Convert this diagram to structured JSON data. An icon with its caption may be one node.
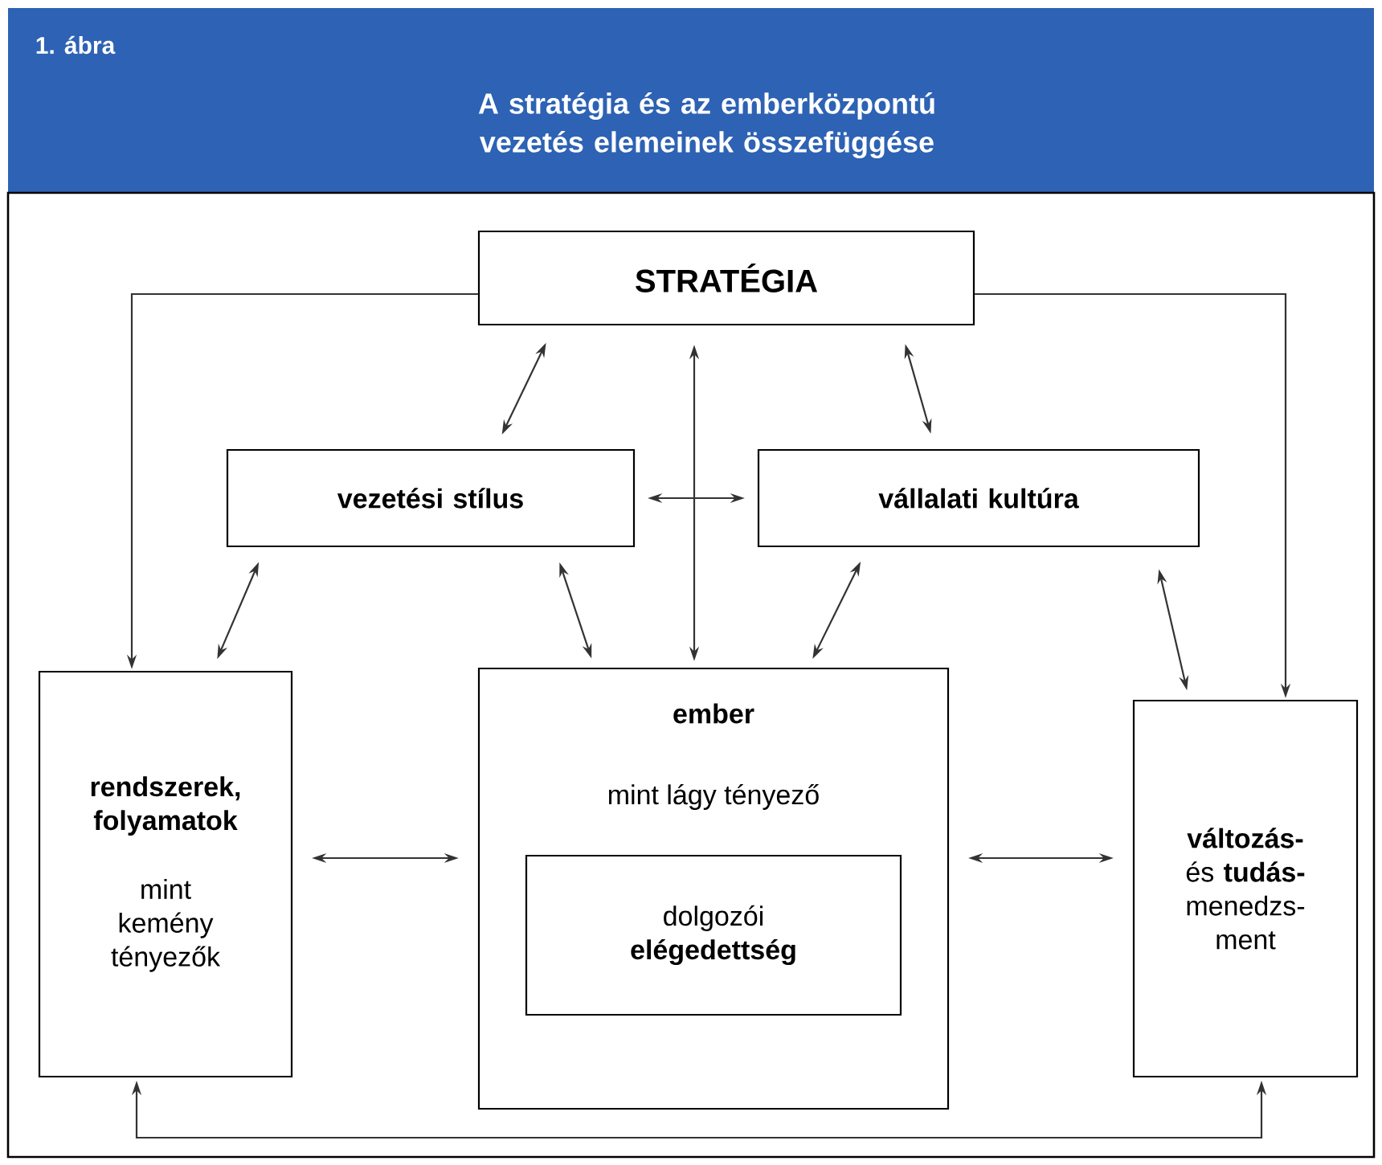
{
  "diagram": {
    "title": "A stratégia és az emberközpontú vezetés elemeinek összefüggése",
    "nodes": [
      {
        "text": [
          "STRATÉGIA"
        ]
      },
      {
        "text": [
          "vezetési stílus"
        ]
      },
      {
        "text": [
          "vállalati kultúra"
        ]
      },
      {
        "text": [
          "rendszerek, folyamatok",
          "mint kemény tényezők"
        ]
      },
      {
        "text": [
          "ember",
          "mint lágy tényező"
        ]
      },
      {
        "text": [
          "dolgozói **elégedettség**"
        ],
        "in": 4
      },
      {
        "text": [
          "**változás-** és **tudás-** menedzs- ment"
        ]
      }
    ],
    "edges": [
      {
        "from": 0,
        "to": 3,
        "arrow": "to"
      },
      {
        "from": 0,
        "to": 6,
        "arrow": "to"
      },
      {
        "from": 0,
        "to": 1,
        "arrow": "both"
      },
      {
        "from": 0,
        "to": 4,
        "arrow": "both"
      },
      {
        "from": 0,
        "to": 2,
        "arrow": "both"
      },
      {
        "from": 1,
        "to": 2,
        "arrow": "both"
      },
      {
        "from": 1,
        "to": 3,
        "arrow": "both"
      },
      {
        "from": 1,
        "to": 4,
        "arrow": "both"
      },
      {
        "from": 2,
        "to": 4,
        "arrow": "both"
      },
      {
        "from": 2,
        "to": 6,
        "arrow": "both"
      },
      {
        "from": 3,
        "to": 4,
        "arrow": "both"
      },
      {
        "from": 4,
        "to": 6,
        "arrow": "both"
      },
      {
        "from": 3,
        "to": 6,
        "arrow": "both"
      }
    ],
    "labels": [
      "1. ábra"
    ]
  }
}
